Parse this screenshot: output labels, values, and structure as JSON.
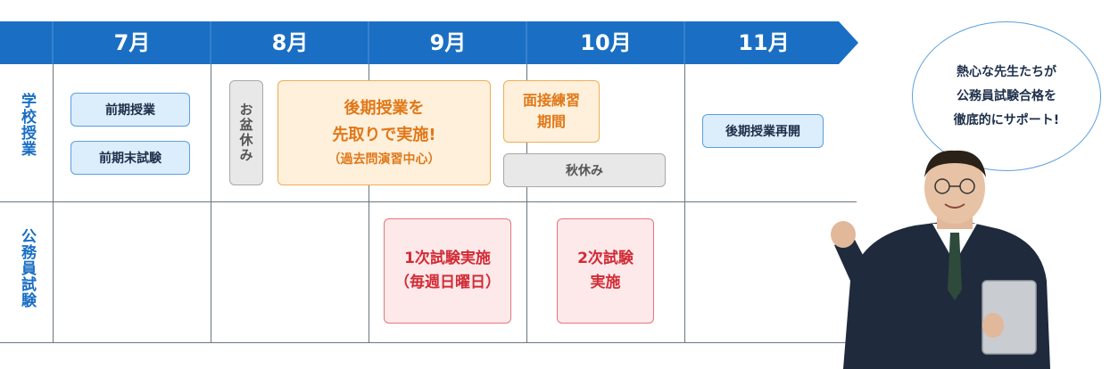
{
  "header": {
    "months": [
      "7月",
      "8月",
      "9月",
      "10月",
      "11月"
    ]
  },
  "rows": {
    "school": "学校授業",
    "exam": "公務員試験"
  },
  "events": {
    "first_term_classes": "前期授業",
    "first_term_exam": "前期末試験",
    "obon_break": "お盆休み",
    "second_term_advance_l1": "後期授業を",
    "second_term_advance_l2": "先取りで実施!",
    "second_term_advance_l3": "（過去問演習中心）",
    "interview_l1": "面接練習",
    "interview_l2": "期間",
    "autumn_break": "秋休み",
    "second_term_resume": "後期授業再開",
    "first_exam_l1": "1次試験実施",
    "first_exam_l2": "（毎週日曜日）",
    "second_exam_l1": "2次試験",
    "second_exam_l2": "実施"
  },
  "bubble": {
    "line1": "熱心な先生たちが",
    "line2": "公務員試験合格を",
    "line3": "徹底的にサポート!"
  },
  "colors": {
    "header_blue": "#1a6fc4",
    "accent_orange": "#e07818",
    "accent_red": "#d22c36"
  }
}
